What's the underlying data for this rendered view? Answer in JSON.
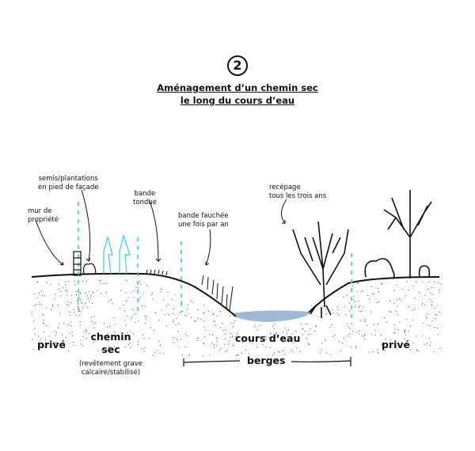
{
  "header": {
    "number": "2",
    "title_line1": "Aménagement d’un chemin sec",
    "title_line2": "le long du cours d’eau"
  },
  "annotations": {
    "mur": "mur de\npropriété",
    "semis": "semis/plantations\nen pied de façade",
    "tondue": "bande\ntondue",
    "fauchee": "bande fauchée\nune fois par an",
    "recepage": "recépage\ntous les trois ans"
  },
  "zones": {
    "prive_left": "privé",
    "chemin": "chemin\nsec",
    "chemin_note": "(revêtement grave\ncalcaire/stabilisé)",
    "cours": "cours d’eau",
    "berges": "berges",
    "prive_right": "privé"
  },
  "colors": {
    "ink": "#111111",
    "water": "#9fb9d4",
    "cyan": "#35d0d8"
  }
}
